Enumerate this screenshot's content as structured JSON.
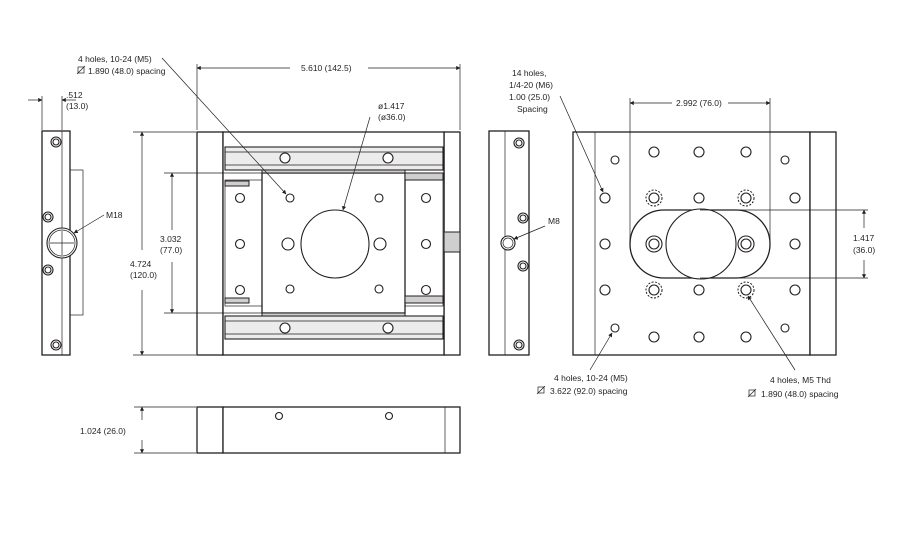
{
  "labels": {
    "holes_top_left_1": "4 holes, 10-24 (M5)",
    "holes_top_left_2": "1.890 (48.0) spacing",
    "dim_width": "5.610 (142.5)",
    "side_thickness_1": ".512",
    "side_thickness_2": "(13.0)",
    "bore_dia_1": "ø1.417",
    "bore_dia_2": "(ø36.0)",
    "thread_left": "M18",
    "inner_height_1": "3.032",
    "inner_height_2": "(77.0)",
    "total_height_1": "4.724",
    "total_height_2": "(120.0)",
    "thread_right": "M8",
    "holes_14_1": "14 holes,",
    "holes_14_2": "1/4-20 (M6)",
    "holes_14_3": "1.00 (25.0)",
    "holes_14_4": "Spacing",
    "dim_top_right": "2.992 (76.0)",
    "dim_right_1": "1.417",
    "dim_right_2": "(36.0)",
    "holes_bottom_left_1": "4 holes, 10-24 (M5)",
    "holes_bottom_left_2": "3.622 (92.0) spacing",
    "holes_bottom_right_1": "4 holes, M5 Thd",
    "holes_bottom_right_2": "1.890 (48.0) spacing",
    "dim_thickness": "1.024 (26.0)"
  },
  "icons": {
    "square_symbol": "square-dimension-icon"
  }
}
